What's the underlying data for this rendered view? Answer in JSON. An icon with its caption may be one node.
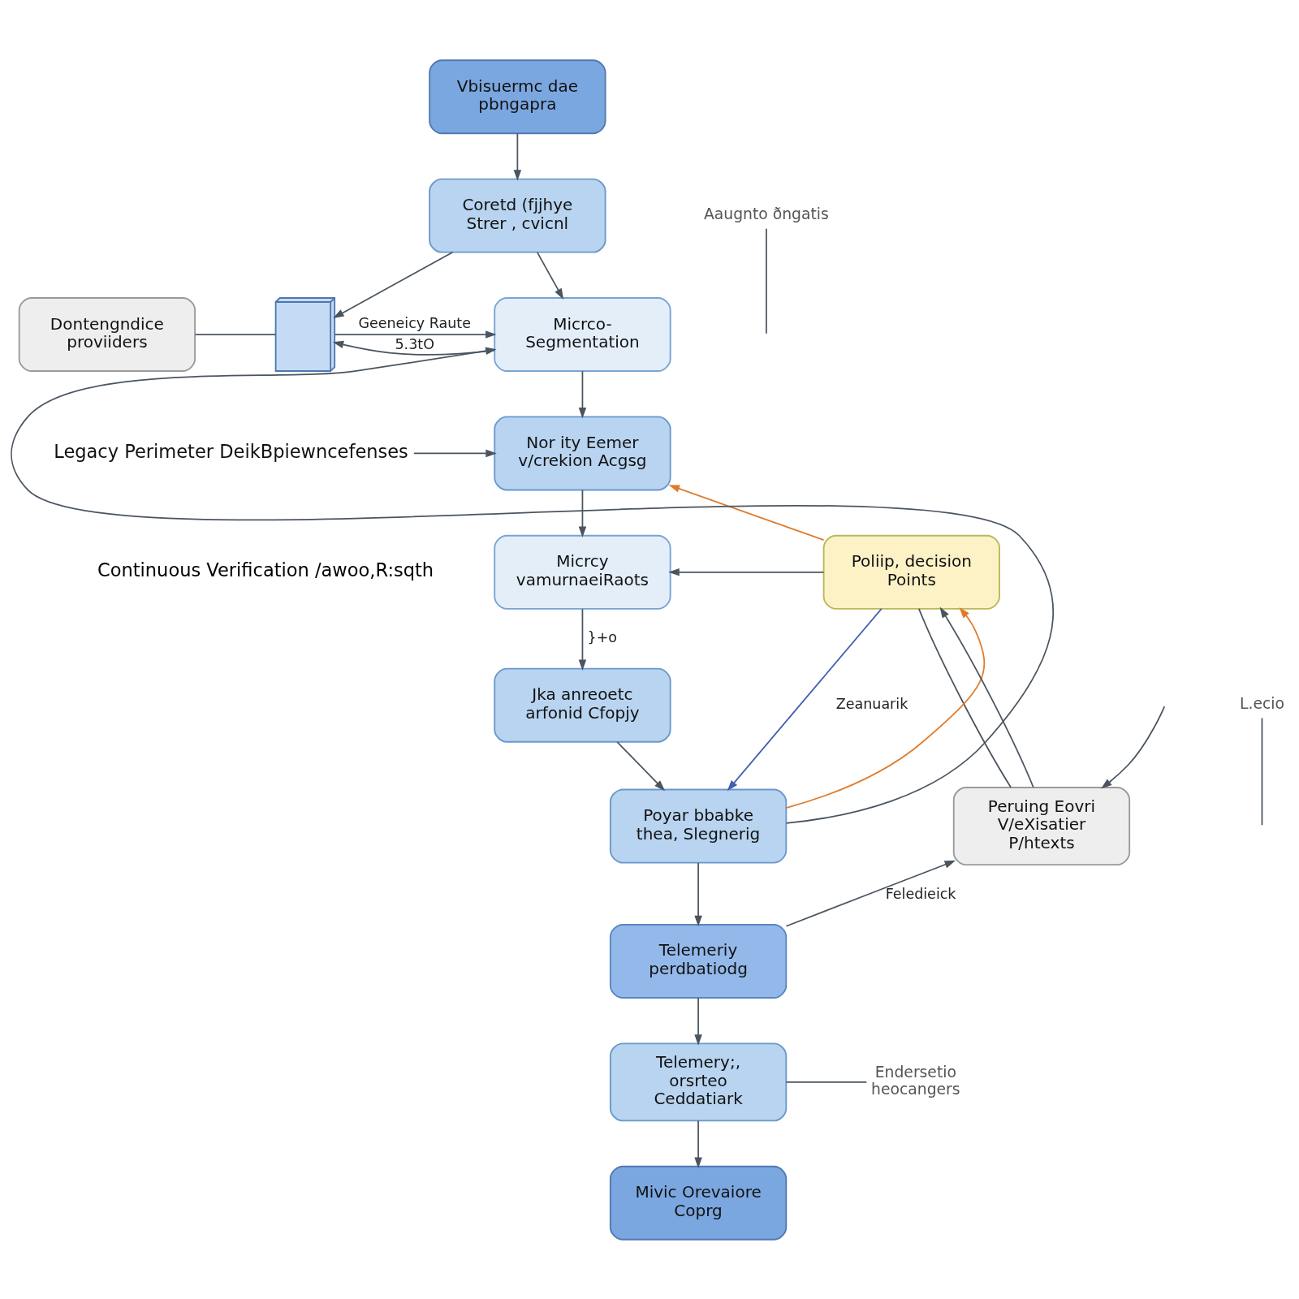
{
  "diagram": {
    "nodes": [
      {
        "text": [
          "Vbisuermc dae pbngapra"
        ]
      },
      {
        "text": [
          "Aaugnto ðngatis"
        ]
      },
      {
        "text": [
          "Coretd (fjjhye Strer , cvicnl"
        ]
      },
      {
        "text": [
          "Dontengndice proviiders"
        ]
      },
      {
        "text": [],
        "shape": "picture"
      },
      {
        "text": [
          "Micrco- Segmentation"
        ]
      },
      {
        "text": [
          "Legacy Perimeter DeikBpiewncefenses"
        ]
      },
      {
        "text": [
          "Nor ity Eemer v/crekion Acgsg"
        ]
      },
      {
        "text": [
          "Micrcy vamurnaeiRaots"
        ]
      },
      {
        "text": [
          "Poliip, decision Points"
        ]
      },
      {
        "text": [
          "L.ecio"
        ]
      },
      {
        "text": [
          "Jka anreoetc arfonid Cfopjy"
        ]
      },
      {
        "text": [
          "Poyar bbabke thea, Slegnerig"
        ]
      },
      {
        "text": [
          "Peruing Eovri V/eXisatier P/htexts"
        ]
      },
      {
        "text": [
          "Telemeriy perdbatiodg"
        ]
      },
      {
        "text": [
          "Telemery;, orsrteo Ceddatiark"
        ]
      },
      {
        "text": [
          "Endersetio heocangers"
        ]
      },
      {
        "text": [
          "Mivic Orevaiore Coprg"
        ]
      }
    ],
    "edges": [
      {
        "from": 0,
        "to": 2,
        "arrow": "to"
      },
      {
        "from": 2,
        "to": 5,
        "arrow": "to"
      },
      {
        "from": 2,
        "to": 4,
        "arrow": "to"
      },
      {
        "from": 3,
        "to": 4,
        "arrow": "none"
      },
      {
        "from": 4,
        "to": 5,
        "arrow": "to",
        "label": "Geeneicy Raute"
      },
      {
        "from": 5,
        "to": 4,
        "arrow": "to",
        "label": "5.3tO"
      },
      {
        "from": 5,
        "to": 7,
        "arrow": "to"
      },
      {
        "from": 6,
        "to": 7,
        "arrow": "to"
      },
      {
        "from": 7,
        "to": 8,
        "arrow": "to"
      },
      {
        "from": 9,
        "to": 8,
        "arrow": "to"
      },
      {
        "from": 8,
        "to": 11,
        "arrow": "to",
        "label": "}+o"
      },
      {
        "from": 11,
        "to": 12,
        "arrow": "to"
      },
      {
        "from": 9,
        "to": 12,
        "arrow": "to",
        "label": "Zeanuarik",
        "color": "#4060b0"
      },
      {
        "from": 12,
        "to": 9,
        "arrow": "to",
        "color": "#e07b2a"
      },
      {
        "from": 9,
        "to": 7,
        "arrow": "to",
        "color": "#e07b2a"
      },
      {
        "from": 12,
        "to": 5,
        "arrow": "to"
      },
      {
        "from": 9,
        "to": 13,
        "arrow": "none"
      },
      {
        "from": 13,
        "to": 9,
        "arrow": "to"
      },
      {
        "from": 12,
        "to": 14,
        "arrow": "to"
      },
      {
        "from": 14,
        "to": 13,
        "arrow": "to",
        "label": "Feledieick"
      },
      {
        "from": null,
        "to": 13,
        "arrow": "to"
      },
      {
        "from": 14,
        "to": 15,
        "arrow": "to"
      },
      {
        "from": 15,
        "to": 17,
        "arrow": "to"
      },
      {
        "from": 16,
        "to": 15,
        "arrow": "none"
      },
      {
        "from": 10,
        "to": null,
        "arrow": "none"
      },
      {
        "from": 1,
        "to": null,
        "arrow": "none"
      }
    ],
    "labels": [
      "Continuous Verification /awoo,R:sqth"
    ]
  }
}
